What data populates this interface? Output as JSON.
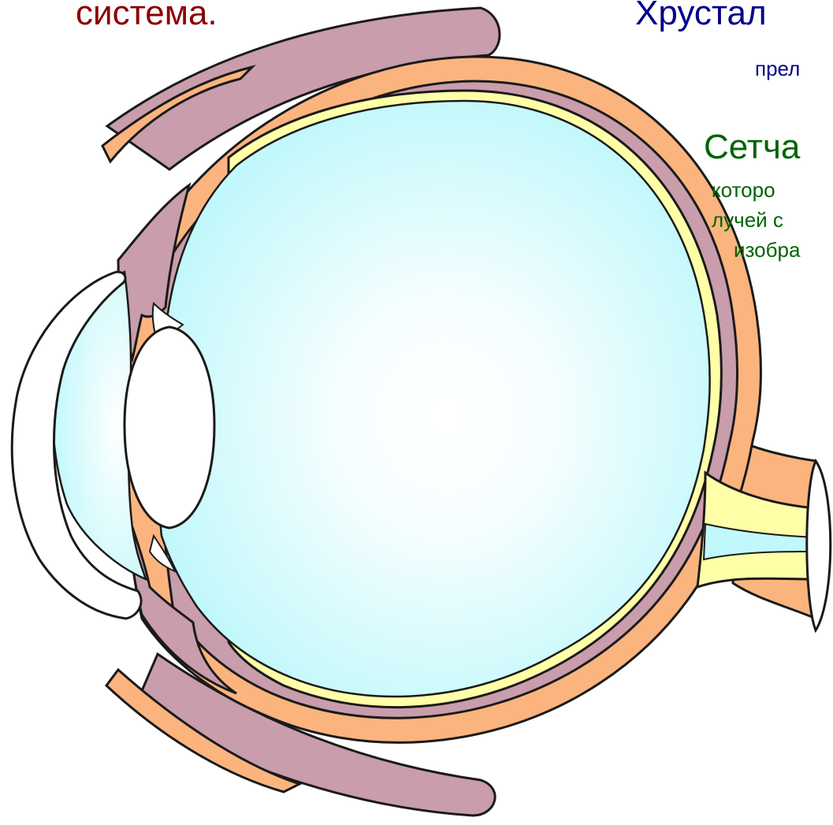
{
  "labels": {
    "sistema": "система.",
    "hrustalik": "Хрустал",
    "prel": "прел",
    "setchatka": "Сетча",
    "kotoroi": "которо",
    "luchei": "лучей с",
    "izobr": "изобра"
  },
  "colors": {
    "sclera": "#fbb47e",
    "muscle": "#c99dab",
    "retina": "#ffffa8",
    "vitreous_center": "#ffffff",
    "vitreous_edge": "#c1f8fb",
    "outline": "#1a1a1a",
    "text_red": "#8b0000",
    "text_blue": "#00008b",
    "text_green": "#006400"
  }
}
